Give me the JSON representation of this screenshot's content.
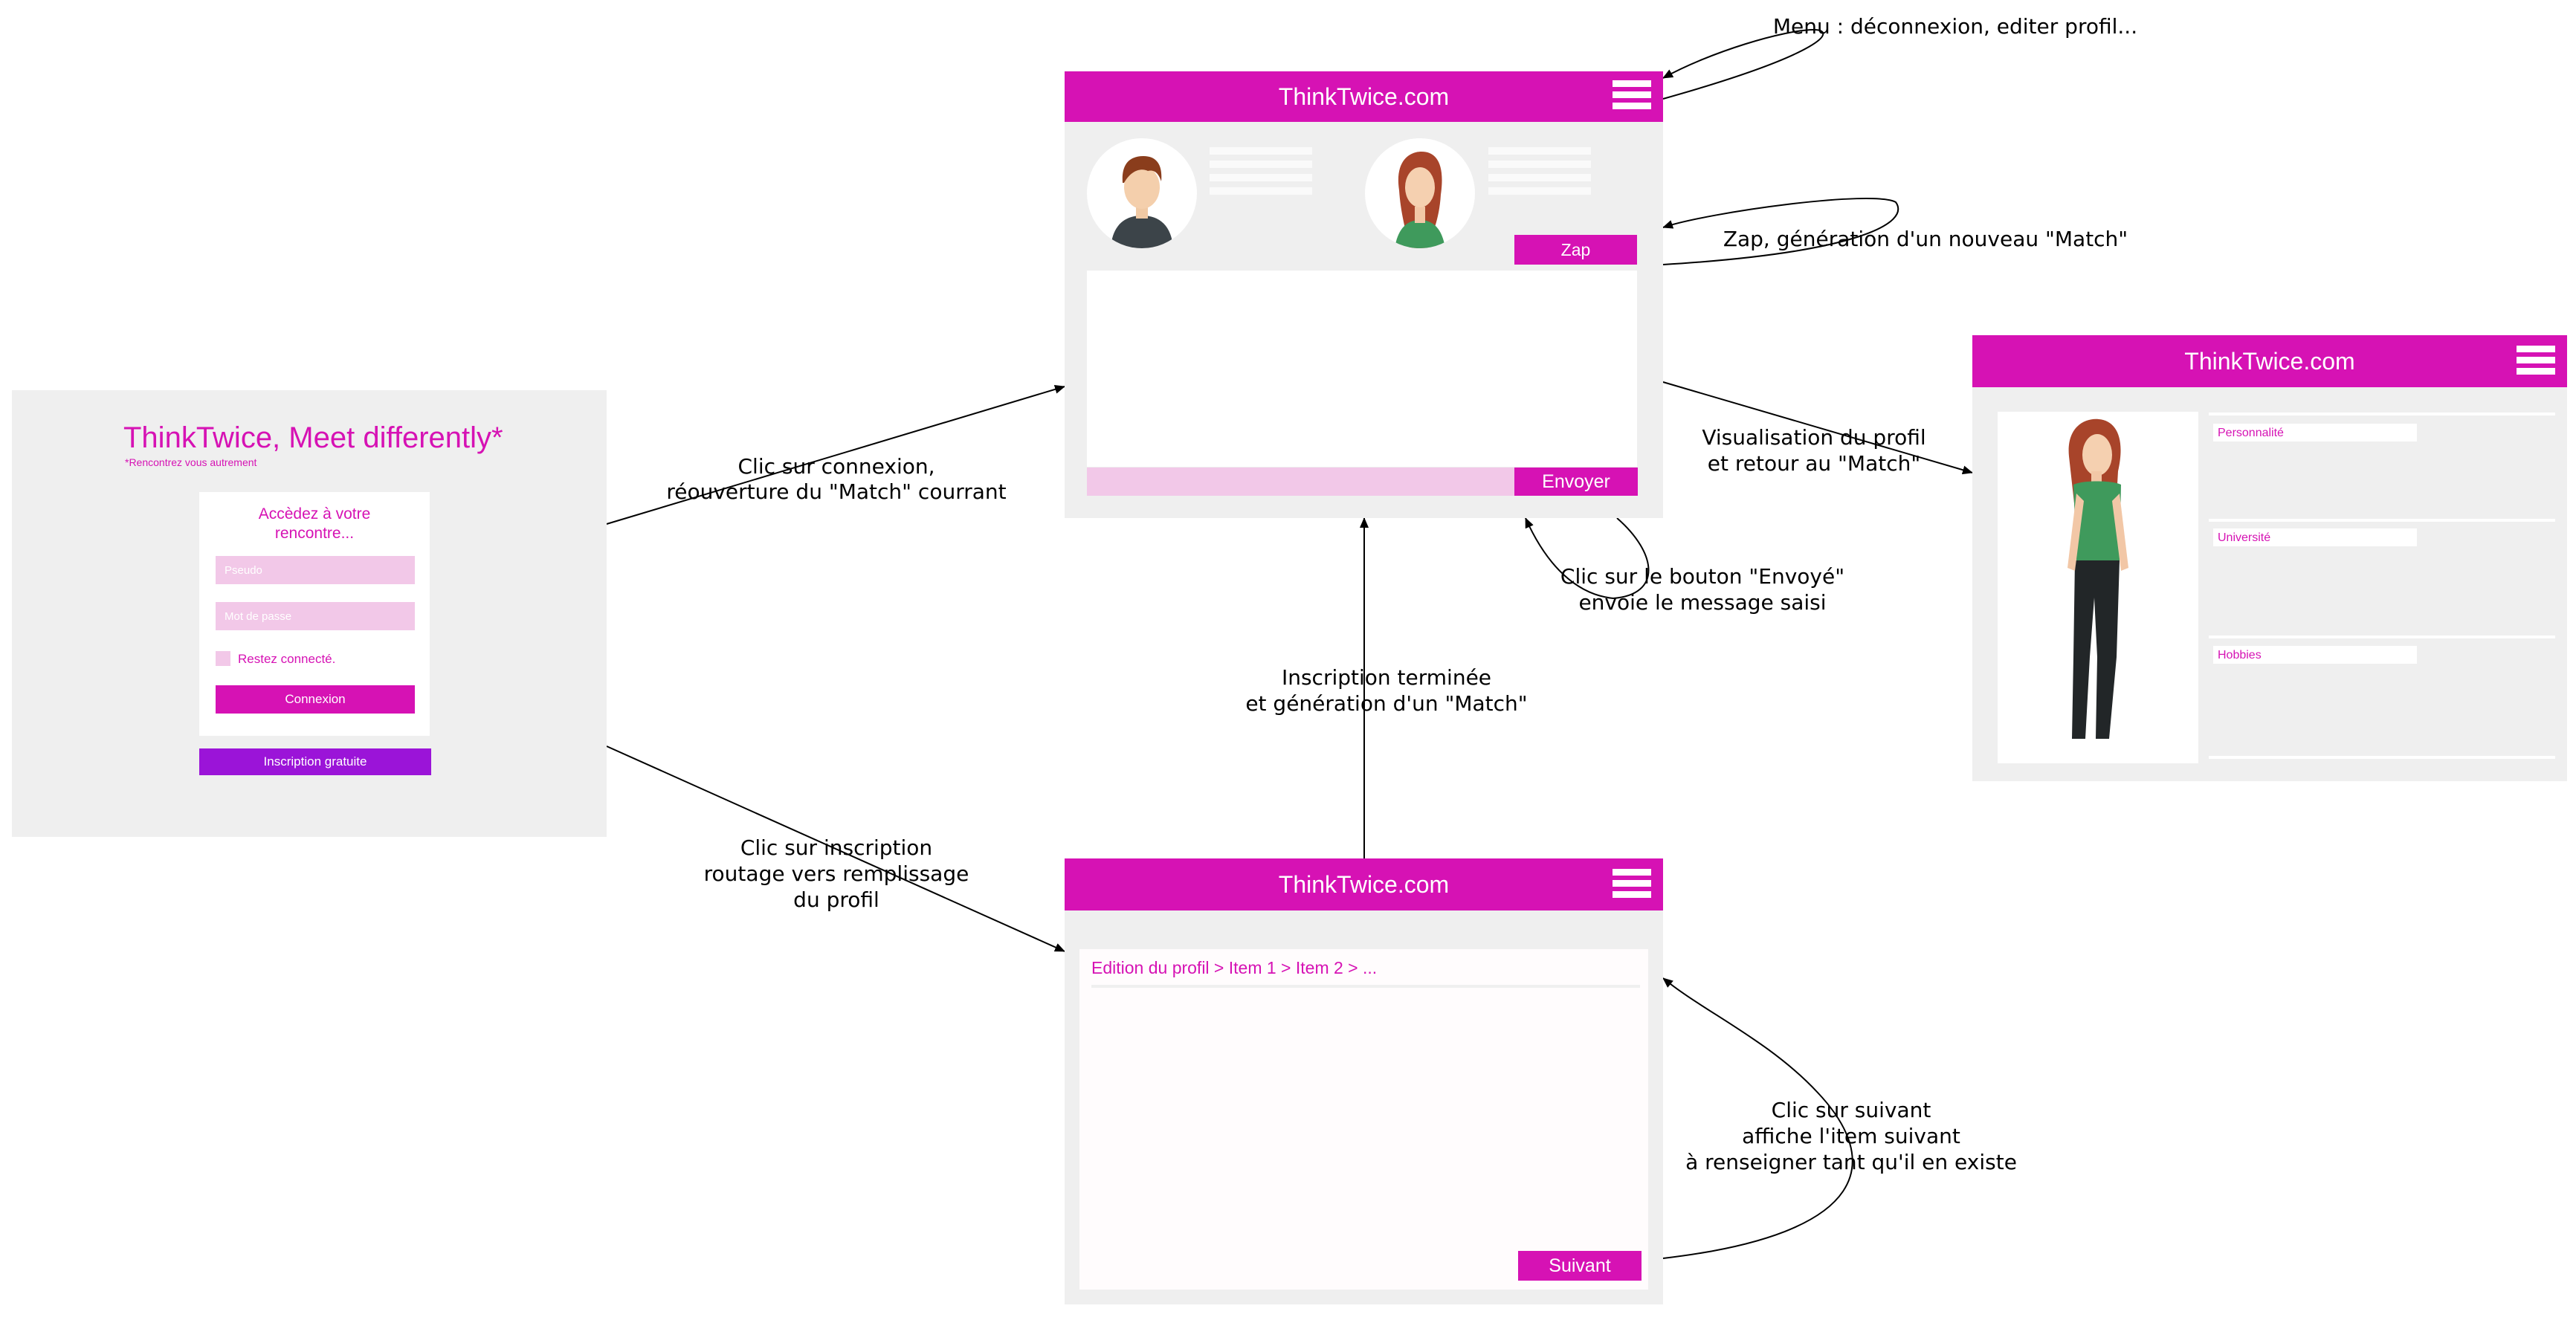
{
  "login": {
    "title": "ThinkTwice, Meet differently*",
    "subtitle": "*Rencontrez vous autrement",
    "card_heading_1": "Accèdez à votre",
    "card_heading_2": "rencontre...",
    "pseudo_placeholder": "Pseudo",
    "password_placeholder": "Mot de passe",
    "remember_label": "Restez connecté.",
    "connect_label": "Connexion",
    "signup_label": "Inscription gratuite"
  },
  "match": {
    "site_title": "ThinkTwice.com",
    "zap_label": "Zap",
    "send_label": "Envoyer"
  },
  "profile_view": {
    "site_title": "ThinkTwice.com",
    "sections": [
      "Personnalité",
      "Université",
      "Hobbies"
    ]
  },
  "profile_edit": {
    "site_title": "ThinkTwice.com",
    "breadcrumb": "Edition du profil > Item 1 > Item 2 > ...",
    "next_label": "Suivant"
  },
  "annotations": {
    "menu": "Menu : déconnexion, editer profil...",
    "zap": "Zap, génération d'un nouveau \"Match\"",
    "visualisation_1": "Visualisation du profil",
    "visualisation_2": "et retour au \"Match\"",
    "connexion_1": "Clic sur connexion,",
    "connexion_2": "réouverture du \"Match\" courrant",
    "envoye_1": "Clic sur le bouton \"Envoyé\"",
    "envoye_2": "envoie le message saisi",
    "inscription_done_1": "Inscription terminée",
    "inscription_done_2": "et génération d'un \"Match\"",
    "inscription_1": "Clic sur inscription",
    "inscription_2": "routage vers remplissage",
    "inscription_3": "du profil",
    "suivant_1": "Clic sur suivant",
    "suivant_2": "affiche l'item suivant",
    "suivant_3": "à renseigner tant qu'il en existe"
  },
  "colors": {
    "brand": "#d612b4",
    "signup": "#9b14d8",
    "input_bg": "#f2c8e8",
    "panel": "#efefef"
  }
}
